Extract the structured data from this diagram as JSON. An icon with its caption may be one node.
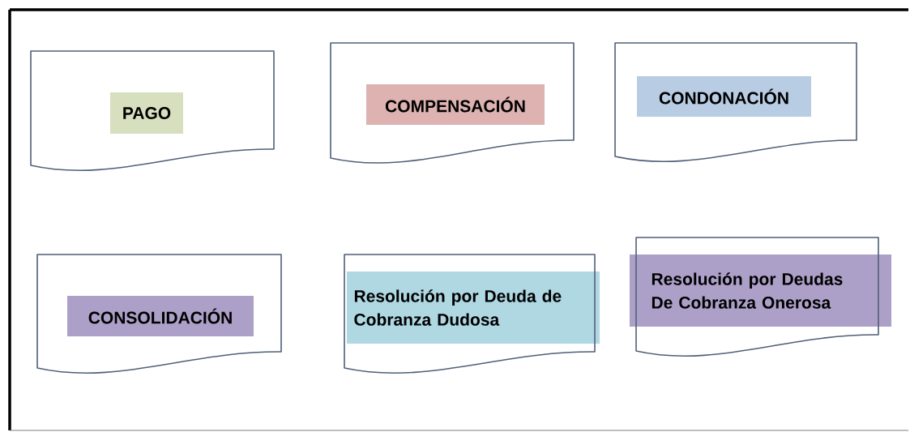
{
  "diagram": {
    "nodes": [
      {
        "text": [
          "PAGO"
        ]
      },
      {
        "text": [
          "COMPENSACIÓN"
        ]
      },
      {
        "text": [
          "CONDONACIÓN"
        ]
      },
      {
        "text": [
          "CONSOLIDACIÓN"
        ]
      },
      {
        "text": [
          "Resolución por Deuda de Cobranza Dudosa"
        ]
      },
      {
        "text": [
          "Resolución por Deudas De Cobranza Onerosa"
        ]
      }
    ]
  }
}
